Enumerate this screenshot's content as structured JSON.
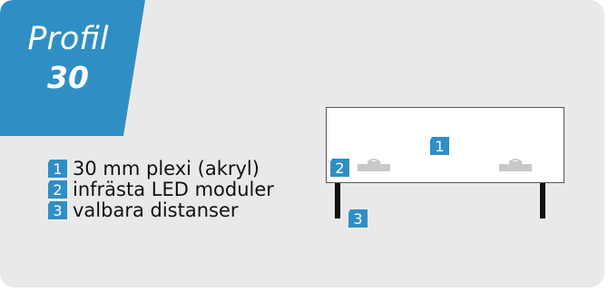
{
  "title": {
    "line1": "Profil",
    "line2": "30",
    "badge_color": "#2f8fc4"
  },
  "legend": [
    {
      "num": "1",
      "label": "30 mm plexi (akryl)"
    },
    {
      "num": "2",
      "label": "infrästa LED moduler"
    },
    {
      "num": "3",
      "label": "valbara distanser"
    }
  ],
  "diagram": {
    "badge_1": "1",
    "badge_2": "2",
    "badge_3": "3"
  }
}
